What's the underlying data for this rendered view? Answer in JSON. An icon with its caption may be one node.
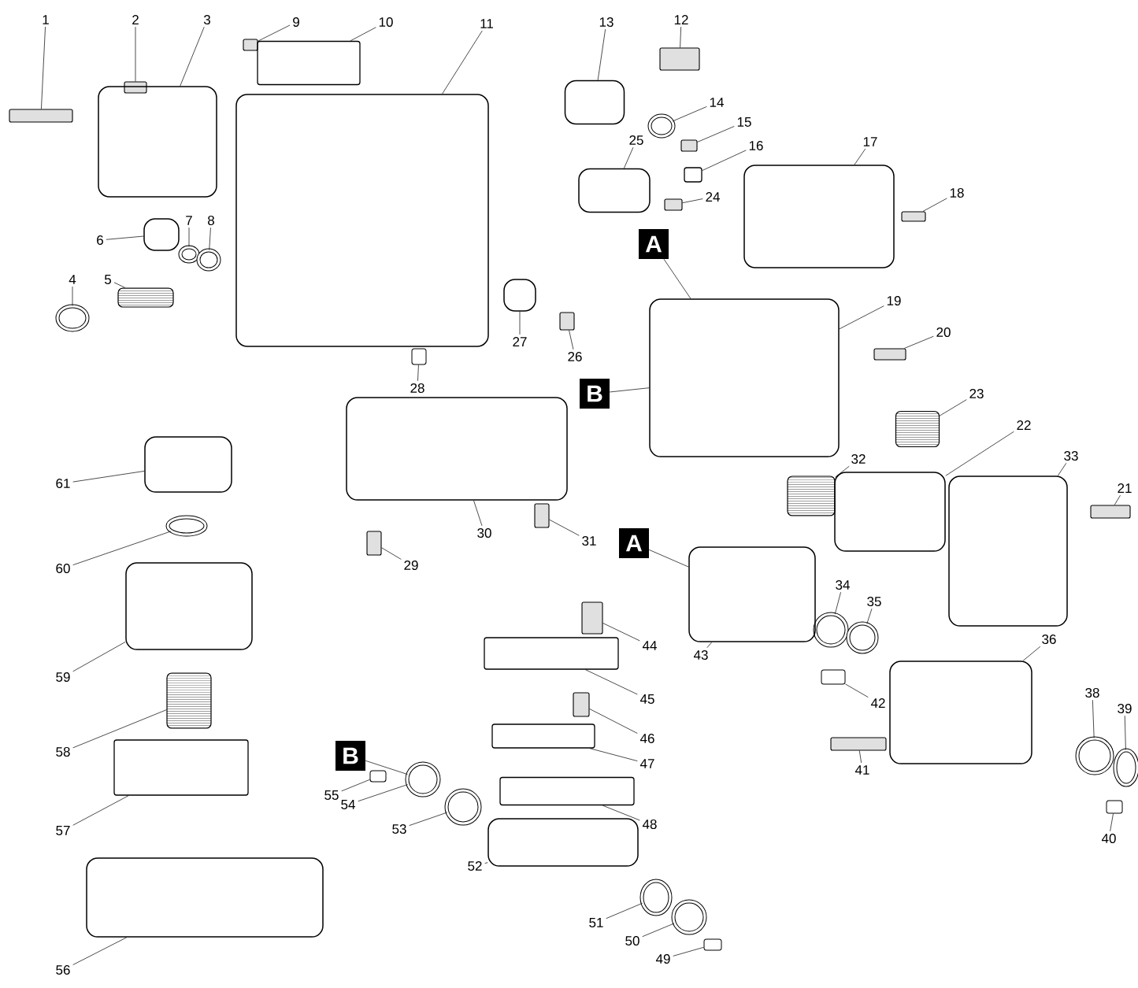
{
  "diagram": {
    "nodes": [
      {
        "text": [
          "1"
        ]
      },
      {
        "text": [],
        "shape": "box"
      },
      {
        "text": [
          "2"
        ]
      },
      {
        "text": [],
        "shape": "box"
      },
      {
        "text": [
          "3"
        ]
      },
      {
        "text": [],
        "shape": "box"
      },
      {
        "text": [
          "4"
        ]
      },
      {
        "text": [],
        "shape": "circle"
      },
      {
        "text": [
          "5"
        ]
      },
      {
        "text": [],
        "shape": "box"
      },
      {
        "text": [
          "6"
        ]
      },
      {
        "text": [],
        "shape": "box"
      },
      {
        "text": [
          "7"
        ]
      },
      {
        "text": [],
        "shape": "circle"
      },
      {
        "text": [
          "8"
        ]
      },
      {
        "text": [],
        "shape": "circle"
      },
      {
        "text": [
          "9"
        ]
      },
      {
        "text": [],
        "shape": "box"
      },
      {
        "text": [
          "10"
        ]
      },
      {
        "text": [],
        "shape": "box"
      },
      {
        "text": [
          "11"
        ]
      },
      {
        "text": [],
        "shape": "box"
      },
      {
        "text": [
          "12"
        ]
      },
      {
        "text": [],
        "shape": "box"
      },
      {
        "text": [
          "13"
        ]
      },
      {
        "text": [],
        "shape": "box"
      },
      {
        "text": [
          "14"
        ]
      },
      {
        "text": [],
        "shape": "circle"
      },
      {
        "text": [
          "15"
        ]
      },
      {
        "text": [],
        "shape": "box"
      },
      {
        "text": [
          "16"
        ]
      },
      {
        "text": [],
        "shape": "box"
      },
      {
        "text": [
          "17"
        ]
      },
      {
        "text": [],
        "shape": "box"
      },
      {
        "text": [
          "18"
        ]
      },
      {
        "text": [],
        "shape": "box"
      },
      {
        "text": [
          "19"
        ]
      },
      {
        "text": [],
        "shape": "box"
      },
      {
        "text": [
          "20"
        ]
      },
      {
        "text": [],
        "shape": "box"
      },
      {
        "text": [
          "21"
        ]
      },
      {
        "text": [],
        "shape": "box"
      },
      {
        "text": [
          "22"
        ]
      },
      {
        "text": [],
        "shape": "box"
      },
      {
        "text": [
          "23"
        ]
      },
      {
        "text": [],
        "shape": "box"
      },
      {
        "text": [
          "24"
        ]
      },
      {
        "text": [],
        "shape": "box"
      },
      {
        "text": [
          "25"
        ]
      },
      {
        "text": [],
        "shape": "box"
      },
      {
        "text": [
          "26"
        ]
      },
      {
        "text": [],
        "shape": "box"
      },
      {
        "text": [
          "27"
        ]
      },
      {
        "text": [],
        "shape": "box"
      },
      {
        "text": [
          "28"
        ]
      },
      {
        "text": [],
        "shape": "box"
      },
      {
        "text": [
          "29"
        ]
      },
      {
        "text": [],
        "shape": "box"
      },
      {
        "text": [
          "30"
        ]
      },
      {
        "text": [],
        "shape": "box"
      },
      {
        "text": [
          "31"
        ]
      },
      {
        "text": [],
        "shape": "box"
      },
      {
        "text": [
          "32"
        ]
      },
      {
        "text": [],
        "shape": "box"
      },
      {
        "text": [
          "33"
        ]
      },
      {
        "text": [],
        "shape": "box"
      },
      {
        "text": [
          "34"
        ]
      },
      {
        "text": [],
        "shape": "circle"
      },
      {
        "text": [
          "35"
        ]
      },
      {
        "text": [],
        "shape": "circle"
      },
      {
        "text": [
          "36"
        ]
      },
      {
        "text": [],
        "shape": "box"
      },
      {
        "text": [
          "38"
        ]
      },
      {
        "text": [],
        "shape": "circle"
      },
      {
        "text": [
          "39"
        ]
      },
      {
        "text": [],
        "shape": "circle"
      },
      {
        "text": [
          "40"
        ]
      },
      {
        "text": [],
        "shape": "box"
      },
      {
        "text": [
          "41"
        ]
      },
      {
        "text": [],
        "shape": "box"
      },
      {
        "text": [
          "42"
        ]
      },
      {
        "text": [],
        "shape": "box"
      },
      {
        "text": [
          "43"
        ]
      },
      {
        "text": [],
        "shape": "box"
      },
      {
        "text": [
          "44"
        ]
      },
      {
        "text": [],
        "shape": "box"
      },
      {
        "text": [
          "45"
        ]
      },
      {
        "text": [],
        "shape": "box"
      },
      {
        "text": [
          "46"
        ]
      },
      {
        "text": [],
        "shape": "box"
      },
      {
        "text": [
          "47"
        ]
      },
      {
        "text": [],
        "shape": "box"
      },
      {
        "text": [
          "48"
        ]
      },
      {
        "text": [],
        "shape": "box"
      },
      {
        "text": [
          "49"
        ]
      },
      {
        "text": [],
        "shape": "box"
      },
      {
        "text": [
          "50"
        ]
      },
      {
        "text": [],
        "shape": "circle"
      },
      {
        "text": [
          "51"
        ]
      },
      {
        "text": [],
        "shape": "circle"
      },
      {
        "text": [
          "52"
        ]
      },
      {
        "text": [],
        "shape": "box"
      },
      {
        "text": [
          "53"
        ]
      },
      {
        "text": [],
        "shape": "circle"
      },
      {
        "text": [
          "54"
        ]
      },
      {
        "text": [],
        "shape": "circle"
      },
      {
        "text": [
          "55"
        ]
      },
      {
        "text": [],
        "shape": "box"
      },
      {
        "text": [
          "56"
        ]
      },
      {
        "text": [],
        "shape": "box"
      },
      {
        "text": [
          "57"
        ]
      },
      {
        "text": [],
        "shape": "box"
      },
      {
        "text": [
          "58"
        ]
      },
      {
        "text": [],
        "shape": "box"
      },
      {
        "text": [
          "59"
        ]
      },
      {
        "text": [],
        "shape": "box"
      },
      {
        "text": [
          "60"
        ]
      },
      {
        "text": [],
        "shape": "circle"
      },
      {
        "text": [
          "61"
        ]
      },
      {
        "text": [],
        "shape": "box"
      },
      {
        "text": [
          "A"
        ]
      },
      {
        "text": [
          "B"
        ]
      },
      {
        "text": [
          "A"
        ]
      },
      {
        "text": [
          "B"
        ]
      }
    ],
    "edges": [
      {
        "from": 0,
        "to": 1,
        "arrow": "none"
      },
      {
        "from": 2,
        "to": 3,
        "arrow": "none"
      },
      {
        "from": 4,
        "to": 5,
        "arrow": "none"
      },
      {
        "from": 6,
        "to": 7,
        "arrow": "none"
      },
      {
        "from": 8,
        "to": 9,
        "arrow": "none"
      },
      {
        "from": 10,
        "to": 11,
        "arrow": "none"
      },
      {
        "from": 12,
        "to": 13,
        "arrow": "none"
      },
      {
        "from": 14,
        "to": 15,
        "arrow": "none"
      },
      {
        "from": 16,
        "to": 17,
        "arrow": "none"
      },
      {
        "from": 18,
        "to": 19,
        "arrow": "none"
      },
      {
        "from": 20,
        "to": 21,
        "arrow": "none"
      },
      {
        "from": 22,
        "to": 23,
        "arrow": "none"
      },
      {
        "from": 24,
        "to": 25,
        "arrow": "none"
      },
      {
        "from": 26,
        "to": 27,
        "arrow": "none"
      },
      {
        "from": 28,
        "to": 29,
        "arrow": "none"
      },
      {
        "from": 30,
        "to": 31,
        "arrow": "none"
      },
      {
        "from": 32,
        "to": 33,
        "arrow": "none"
      },
      {
        "from": 34,
        "to": 35,
        "arrow": "none"
      },
      {
        "from": 36,
        "to": 37,
        "arrow": "none"
      },
      {
        "from": 38,
        "to": 39,
        "arrow": "none"
      },
      {
        "from": 40,
        "to": 41,
        "arrow": "none"
      },
      {
        "from": 42,
        "to": 43,
        "arrow": "none"
      },
      {
        "from": 44,
        "to": 45,
        "arrow": "none"
      },
      {
        "from": 46,
        "to": 47,
        "arrow": "none"
      },
      {
        "from": 48,
        "to": 49,
        "arrow": "none"
      },
      {
        "from": 50,
        "to": 51,
        "arrow": "none"
      },
      {
        "from": 52,
        "to": 53,
        "arrow": "none"
      },
      {
        "from": 54,
        "to": 55,
        "arrow": "none"
      },
      {
        "from": 56,
        "to": 57,
        "arrow": "none"
      },
      {
        "from": 58,
        "to": 59,
        "arrow": "none"
      },
      {
        "from": 60,
        "to": 61,
        "arrow": "none"
      },
      {
        "from": 62,
        "to": 63,
        "arrow": "none"
      },
      {
        "from": 64,
        "to": 65,
        "arrow": "none"
      },
      {
        "from": 66,
        "to": 67,
        "arrow": "none"
      },
      {
        "from": 68,
        "to": 69,
        "arrow": "none"
      },
      {
        "from": 70,
        "to": 71,
        "arrow": "none"
      },
      {
        "from": 72,
        "to": 73,
        "arrow": "none"
      },
      {
        "from": 74,
        "to": 75,
        "arrow": "none"
      },
      {
        "from": 76,
        "to": 77,
        "arrow": "none"
      },
      {
        "from": 78,
        "to": 79,
        "arrow": "none"
      },
      {
        "from": 80,
        "to": 81,
        "arrow": "none"
      },
      {
        "from": 82,
        "to": 83,
        "arrow": "none"
      },
      {
        "from": 84,
        "to": 85,
        "arrow": "none"
      },
      {
        "from": 86,
        "to": 87,
        "arrow": "none"
      },
      {
        "from": 88,
        "to": 89,
        "arrow": "none"
      },
      {
        "from": 90,
        "to": 91,
        "arrow": "none"
      },
      {
        "from": 92,
        "to": 93,
        "arrow": "none"
      },
      {
        "from": 94,
        "to": 95,
        "arrow": "none"
      },
      {
        "from": 96,
        "to": 97,
        "arrow": "none"
      },
      {
        "from": 98,
        "to": 99,
        "arrow": "none"
      },
      {
        "from": 100,
        "to": 101,
        "arrow": "none"
      },
      {
        "from": 102,
        "to": 103,
        "arrow": "none"
      },
      {
        "from": 104,
        "to": 105,
        "arrow": "none"
      },
      {
        "from": 106,
        "to": 107,
        "arrow": "none"
      },
      {
        "from": 108,
        "to": 109,
        "arrow": "none"
      },
      {
        "from": 110,
        "to": 111,
        "arrow": "none"
      },
      {
        "from": 112,
        "to": 113,
        "arrow": "none"
      },
      {
        "from": 114,
        "to": 115,
        "arrow": "none"
      },
      {
        "from": 116,
        "to": 117,
        "arrow": "none"
      },
      {
        "from": 118,
        "to": 119,
        "arrow": "none"
      },
      {
        "from": 120,
        "to": 37,
        "arrow": "none"
      },
      {
        "from": 121,
        "to": 37,
        "arrow": "none"
      },
      {
        "from": 122,
        "to": 83,
        "arrow": "none"
      },
      {
        "from": 123,
        "to": 105,
        "arrow": "none"
      }
    ]
  }
}
